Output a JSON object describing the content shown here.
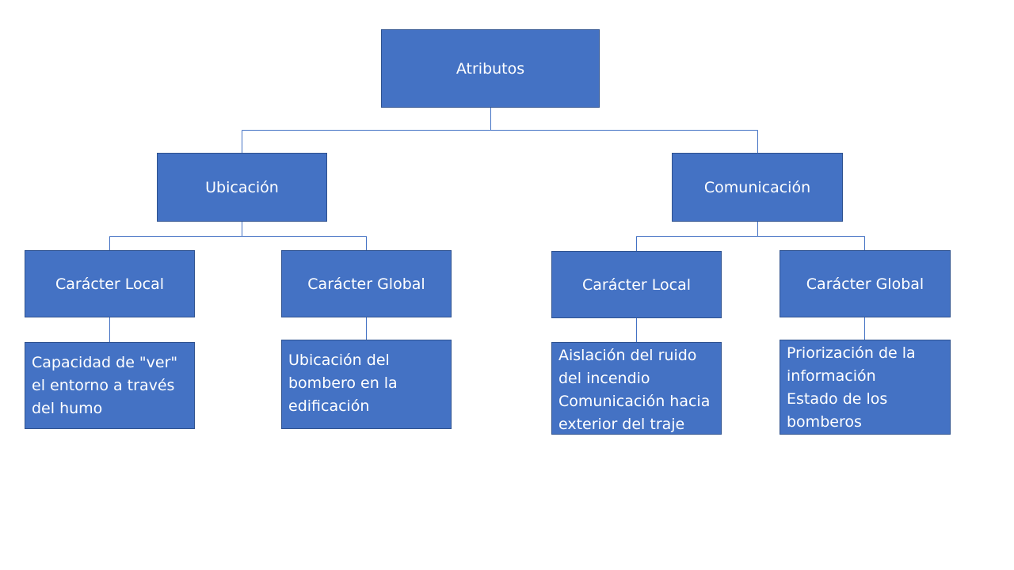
{
  "diagram": {
    "root": {
      "label": "Atributos"
    },
    "branches": [
      {
        "label": "Ubicación",
        "children": [
          {
            "label": "Carácter Local",
            "detail_lines": [
              "Capacidad de \"ver\"",
              "el entorno a través",
              "del humo"
            ]
          },
          {
            "label": "Carácter Global",
            "detail_lines": [
              "Ubicación del",
              "bombero en la",
              "edificación"
            ]
          }
        ]
      },
      {
        "label": "Comunicación",
        "children": [
          {
            "label": "Carácter Local",
            "detail_lines": [
              "Aislación del ruido",
              "del incendio",
              "Comunicación hacia",
              "exterior del traje"
            ]
          },
          {
            "label": "Carácter Global",
            "detail_lines": [
              "Priorización de la",
              "información",
              "Estado de los",
              "bomberos"
            ]
          }
        ]
      }
    ],
    "colors": {
      "box_fill": "#4472c4",
      "box_border": "#2f528f",
      "connector": "#4472c4",
      "text": "#ffffff",
      "background": "#ffffff"
    }
  }
}
